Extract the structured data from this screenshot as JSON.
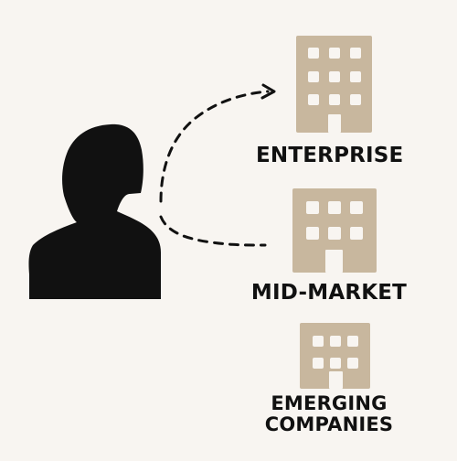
{
  "colors": {
    "background": "#f8f5f1",
    "person": "#111111",
    "building": "#c8b79e",
    "window": "#f8f5f1",
    "arrow": "#111111"
  },
  "icons": {
    "person": "person-silhouette-icon",
    "building": "office-building-icon"
  },
  "segments": [
    {
      "label": "ENTERPRISE"
    },
    {
      "label": "MID-MARKET"
    },
    {
      "label": "EMERGING\nCOMPANIES"
    }
  ]
}
